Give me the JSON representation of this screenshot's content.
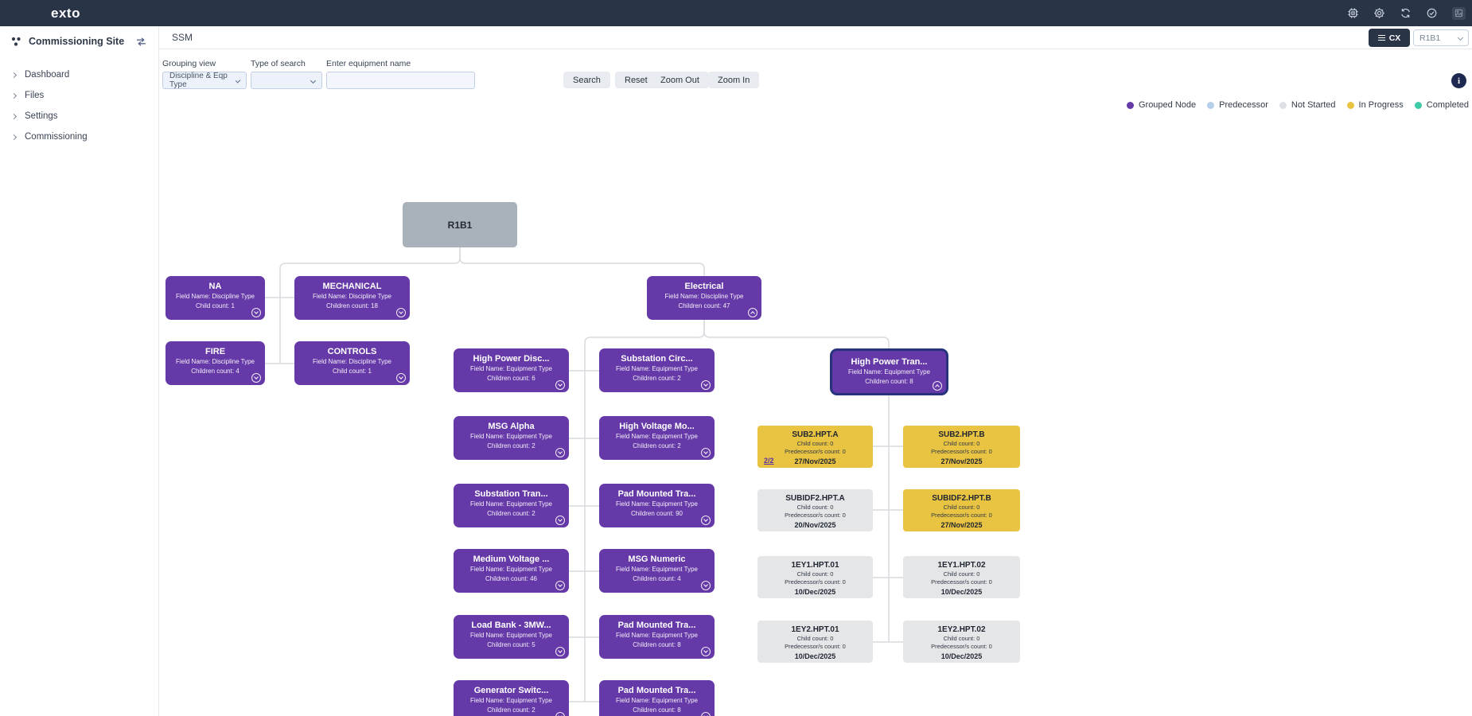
{
  "navbar": {
    "logo": "exto",
    "icon_names": [
      "chip-icon",
      "gear-icon",
      "sync-icon",
      "check-circle-icon",
      "user-avatar"
    ]
  },
  "sidebar": {
    "site": "Commissioning Site",
    "items": [
      {
        "label": "Dashboard"
      },
      {
        "label": "Files"
      },
      {
        "label": "Settings"
      },
      {
        "label": "Commissioning"
      }
    ]
  },
  "header": {
    "title": "SSM",
    "cx_label": "CX",
    "scope_value": "R1B1"
  },
  "toolbar": {
    "grouping_label": "Grouping view",
    "grouping_value": "Discipline & Eqp Type",
    "type_label": "Type of search",
    "type_value": "",
    "equipment_label": "Enter equipment name",
    "equipment_value": "",
    "buttons": [
      {
        "label": "Search"
      },
      {
        "label": "Reset"
      },
      {
        "label": "Zoom Out"
      },
      {
        "label": "Zoom In"
      }
    ]
  },
  "legend": {
    "items": [
      {
        "label": "Grouped Node",
        "color": "#6639A8"
      },
      {
        "label": "Predecessor",
        "color": "#B5CFEA"
      },
      {
        "label": "Not Started",
        "color": "#DCDFE3"
      },
      {
        "label": "In Progress",
        "color": "#E9C342"
      },
      {
        "label": "Completed",
        "color": "#3EC9A7"
      }
    ]
  },
  "tree": {
    "root": {
      "title": "R1B1"
    },
    "disciplines": [
      {
        "title": "NA",
        "field": "Field Name: Discipline Type",
        "count": "Child count: 1"
      },
      {
        "title": "MECHANICAL",
        "field": "Field Name: Discipline Type",
        "count": "Children count: 18"
      },
      {
        "title": "Electrical",
        "field": "Field Name: Discipline Type",
        "count": "Children count: 47",
        "expanded": true
      },
      {
        "title": "FIRE",
        "field": "Field Name: Discipline Type",
        "count": "Children count: 4"
      },
      {
        "title": "CONTROLS",
        "field": "Field Name: Discipline Type",
        "count": "Child count: 1"
      }
    ],
    "equipment_types": [
      {
        "title": "High Power Disc...",
        "field": "Field Name: Equipment Type",
        "count": "Children count: 6"
      },
      {
        "title": "Substation Circ...",
        "field": "Field Name: Equipment Type",
        "count": "Children count: 2"
      },
      {
        "title": "MSG Alpha",
        "field": "Field Name: Equipment Type",
        "count": "Children count: 2"
      },
      {
        "title": "High Voltage Mo...",
        "field": "Field Name: Equipment Type",
        "count": "Children count: 2"
      },
      {
        "title": "Substation Tran...",
        "field": "Field Name: Equipment Type",
        "count": "Children count: 2"
      },
      {
        "title": "Pad Mounted Tra...",
        "field": "Field Name: Equipment Type",
        "count": "Children count: 90"
      },
      {
        "title": "Medium Voltage ...",
        "field": "Field Name: Equipment Type",
        "count": "Children count: 46"
      },
      {
        "title": "MSG Numeric",
        "field": "Field Name: Equipment Type",
        "count": "Children count: 4"
      },
      {
        "title": "Load Bank - 3MW...",
        "field": "Field Name: Equipment Type",
        "count": "Children count: 5"
      },
      {
        "title": "Pad Mounted Tra...",
        "field": "Field Name: Equipment Type",
        "count": "Children count: 8"
      },
      {
        "title": "Generator Switc...",
        "field": "Field Name: Equipment Type",
        "count": "Children count: 2"
      },
      {
        "title": "Pad Mounted Tra...",
        "field": "Field Name: Equipment Type",
        "count": "Children count: 8"
      },
      {
        "title": "High Power Tran...",
        "field": "Field Name: Equipment Type",
        "count": "Children count: 8",
        "selected": true
      }
    ],
    "equipments": [
      {
        "title": "SUB2.HPT.A",
        "child": "Child count: 0",
        "pred": "Predecessor/s count: 0",
        "date": "27/Nov/2025",
        "status": "in-progress",
        "link": "2/2"
      },
      {
        "title": "SUB2.HPT.B",
        "child": "Child count: 0",
        "pred": "Predecessor/s count: 0",
        "date": "27/Nov/2025",
        "status": "in-progress"
      },
      {
        "title": "SUBIDF2.HPT.A",
        "child": "Child count: 0",
        "pred": "Predecessor/s count: 0",
        "date": "20/Nov/2025",
        "status": "not-started"
      },
      {
        "title": "SUBIDF2.HPT.B",
        "child": "Child count: 0",
        "pred": "Predecessor/s count: 0",
        "date": "27/Nov/2025",
        "status": "in-progress"
      },
      {
        "title": "1EY1.HPT.01",
        "child": "Child count: 0",
        "pred": "Predecessor/s count: 0",
        "date": "10/Dec/2025",
        "status": "not-started"
      },
      {
        "title": "1EY1.HPT.02",
        "child": "Child count: 0",
        "pred": "Predecessor/s count: 0",
        "date": "10/Dec/2025",
        "status": "not-started"
      },
      {
        "title": "1EY2.HPT.01",
        "child": "Child count: 0",
        "pred": "Predecessor/s count: 0",
        "date": "10/Dec/2025",
        "status": "not-started"
      },
      {
        "title": "1EY2.HPT.02",
        "child": "Child count: 0",
        "pred": "Predecessor/s count: 0",
        "date": "10/Dec/2025",
        "status": "not-started"
      }
    ]
  }
}
